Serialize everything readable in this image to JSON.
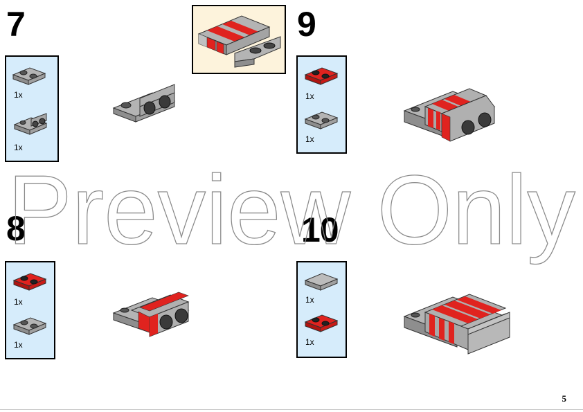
{
  "steps": [
    {
      "number": "7",
      "parts": [
        {
          "qty": "1x",
          "part": "grey-plate-1x2-icon"
        },
        {
          "qty": "1x",
          "part": "grey-bracket-icon"
        }
      ]
    },
    {
      "number": "8",
      "parts": [
        {
          "qty": "1x",
          "part": "red-plate-1x2-icon"
        },
        {
          "qty": "1x",
          "part": "grey-plate-1x2-icon"
        }
      ]
    },
    {
      "number": "9",
      "parts": [
        {
          "qty": "1x",
          "part": "red-plate-1x2-icon"
        },
        {
          "qty": "1x",
          "part": "grey-plate-1x2-icon"
        }
      ]
    },
    {
      "number": "10",
      "parts": [
        {
          "qty": "1x",
          "part": "grey-tile-1x2-icon"
        },
        {
          "qty": "1x",
          "part": "red-plate-1x2-icon"
        }
      ]
    }
  ],
  "watermark": "Preview Only",
  "page_number": "5",
  "colors": {
    "part_box_bg": "#d6ecfb",
    "preview_bg": "#fdf3dc",
    "brick_grey": "#a8a8a8",
    "brick_red": "#d71f1f"
  }
}
